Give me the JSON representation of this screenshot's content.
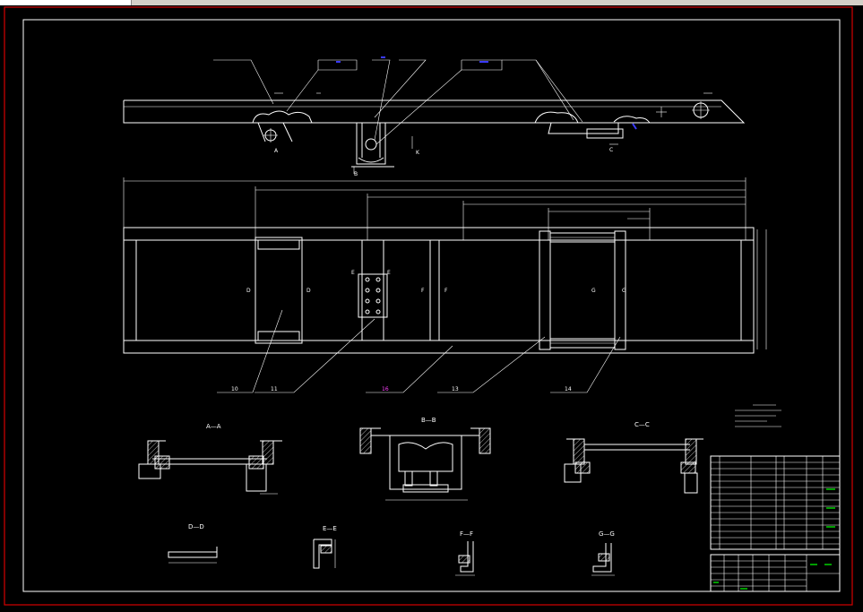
{
  "title_bar": {
    "tab_color": "#ffffff",
    "bar_color": "#d4d0c8"
  },
  "colors": {
    "background": "#000000",
    "frame_red": "#d40000",
    "line": "#ffffff",
    "leader_blue": "#3a3aff",
    "text_green": "#00d000",
    "text_magenta": "#ff40ff"
  },
  "drawing": {
    "section_views": {
      "a": "A—A",
      "b": "B—B",
      "c": "C—C",
      "d": "D—D",
      "e": "E—E",
      "f": "F—F",
      "g": "G—G"
    },
    "cut_marks": {
      "a": "A",
      "b": "B",
      "c": "C",
      "k": "K",
      "d1": "D",
      "d2": "D",
      "e1": "E",
      "e2": "E",
      "f1": "F",
      "f2": "F",
      "g1": "G",
      "g2": "G"
    },
    "part_numbers": {
      "p10": "10",
      "p11": "11",
      "p16": "16",
      "p13": "13",
      "p14": "14"
    }
  }
}
